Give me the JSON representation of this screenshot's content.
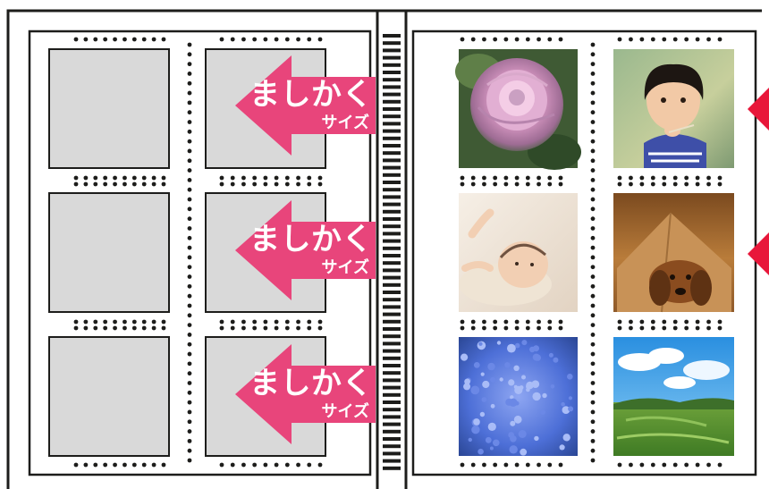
{
  "arrow_labels": {
    "main": "ましかく",
    "sub": "サイズ"
  },
  "colors": {
    "outline": "#1d1d1b",
    "page_fill": "#ffffff",
    "slot_fill": "#d9d9d9",
    "dot": "#1d1d1b",
    "arrow": "#e8457b",
    "arrow_label": "#ffffff"
  },
  "left_page": {
    "slots": [
      "empty-slot",
      "empty-slot",
      "empty-slot",
      "empty-slot",
      "empty-slot",
      "empty-slot"
    ]
  },
  "right_page": {
    "photos": [
      "pink-rose-photo",
      "child-eating-photo",
      "baby-lying-photo",
      "dog-in-paper-bag-photo",
      "blue-flowers-photo",
      "green-landscape-photo"
    ]
  }
}
